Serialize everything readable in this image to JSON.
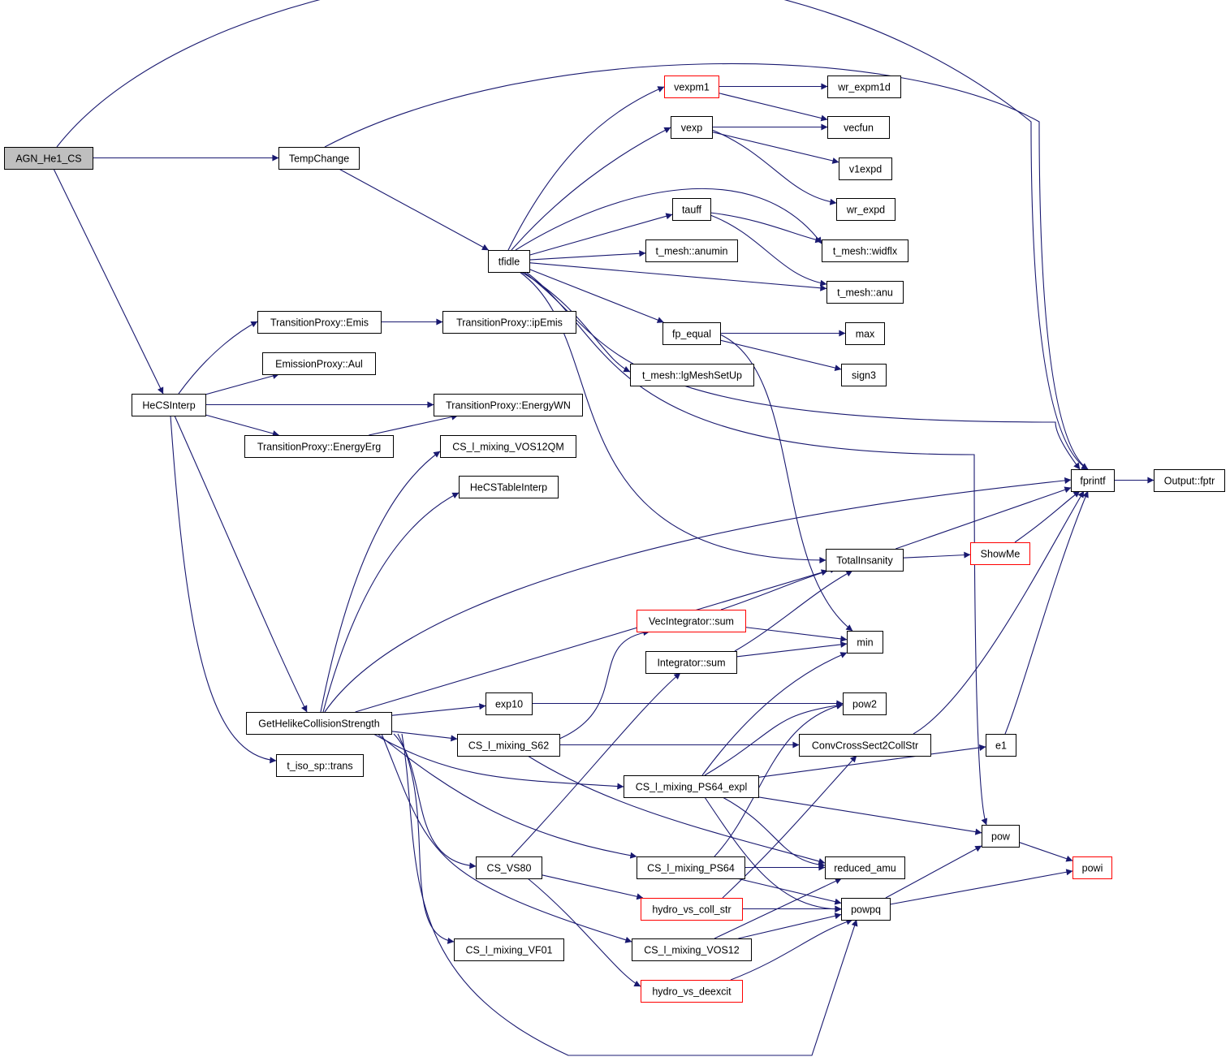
{
  "colors": {
    "edge": "#191970",
    "node_border": "#000000",
    "node_border_truncated": "#ff0000",
    "root_fill": "#bfbfbf",
    "node_fill": "#ffffff",
    "text": "#000000"
  },
  "nodes": {
    "agn": {
      "label": "AGN_He1_CS",
      "kind": "root"
    },
    "tempchange": {
      "label": "TempChange",
      "kind": "normal"
    },
    "hecsinterp": {
      "label": "HeCSInterp",
      "kind": "normal"
    },
    "fprintf": {
      "label": "fprintf",
      "kind": "normal"
    },
    "tfidle": {
      "label": "tfidle",
      "kind": "normal"
    },
    "vexpm1": {
      "label": "vexpm1",
      "kind": "truncated"
    },
    "wr_expm1d": {
      "label": "wr_expm1d",
      "kind": "normal"
    },
    "vecfun": {
      "label": "vecfun",
      "kind": "normal"
    },
    "vexp": {
      "label": "vexp",
      "kind": "normal"
    },
    "v1expd": {
      "label": "v1expd",
      "kind": "normal"
    },
    "wr_expd": {
      "label": "wr_expd",
      "kind": "normal"
    },
    "tauff": {
      "label": "tauff",
      "kind": "normal"
    },
    "widflx": {
      "label": "t_mesh::widflx",
      "kind": "normal"
    },
    "anumin": {
      "label": "t_mesh::anumin",
      "kind": "normal"
    },
    "anu": {
      "label": "t_mesh::anu",
      "kind": "normal"
    },
    "fp_equal": {
      "label": "fp_equal",
      "kind": "normal"
    },
    "max": {
      "label": "max",
      "kind": "normal"
    },
    "sign3": {
      "label": "sign3",
      "kind": "normal"
    },
    "lgmesh": {
      "label": "t_mesh::lgMeshSetUp",
      "kind": "normal"
    },
    "tp_emis": {
      "label": "TransitionProxy::Emis",
      "kind": "normal"
    },
    "tp_ipemis": {
      "label": "TransitionProxy::ipEmis",
      "kind": "normal"
    },
    "ep_aul": {
      "label": "EmissionProxy::Aul",
      "kind": "normal"
    },
    "tp_energywn": {
      "label": "TransitionProxy::EnergyWN",
      "kind": "normal"
    },
    "tp_energyerg": {
      "label": "TransitionProxy::EnergyErg",
      "kind": "normal"
    },
    "cs_vos12qm": {
      "label": "CS_l_mixing_VOS12QM",
      "kind": "normal"
    },
    "hecstable": {
      "label": "HeCSTableInterp",
      "kind": "normal"
    },
    "output_fptr": {
      "label": "Output::fptr",
      "kind": "normal"
    },
    "totalinsanity": {
      "label": "TotalInsanity",
      "kind": "normal"
    },
    "showme": {
      "label": "ShowMe",
      "kind": "truncated"
    },
    "vecint_sum": {
      "label": "VecIntegrator::sum",
      "kind": "truncated"
    },
    "integ_sum": {
      "label": "Integrator::sum",
      "kind": "normal"
    },
    "min": {
      "label": "min",
      "kind": "normal"
    },
    "gethelike": {
      "label": "GetHelikeCollisionStrength",
      "kind": "normal"
    },
    "exp10": {
      "label": "exp10",
      "kind": "normal"
    },
    "pow2": {
      "label": "pow2",
      "kind": "normal"
    },
    "cs_s62": {
      "label": "CS_l_mixing_S62",
      "kind": "normal"
    },
    "convcross": {
      "label": "ConvCrossSect2CollStr",
      "kind": "normal"
    },
    "e1": {
      "label": "e1",
      "kind": "normal"
    },
    "tiso_trans": {
      "label": "t_iso_sp::trans",
      "kind": "normal"
    },
    "cs_ps64_expl": {
      "label": "CS_l_mixing_PS64_expl",
      "kind": "normal"
    },
    "pow": {
      "label": "pow",
      "kind": "normal"
    },
    "reduced_amu": {
      "label": "reduced_amu",
      "kind": "normal"
    },
    "powi": {
      "label": "powi",
      "kind": "truncated"
    },
    "cs_vs80": {
      "label": "CS_VS80",
      "kind": "normal"
    },
    "cs_ps64": {
      "label": "CS_l_mixing_PS64",
      "kind": "normal"
    },
    "hydro_coll": {
      "label": "hydro_vs_coll_str",
      "kind": "truncated"
    },
    "powpq": {
      "label": "powpq",
      "kind": "normal"
    },
    "cs_vf01": {
      "label": "CS_l_mixing_VF01",
      "kind": "normal"
    },
    "cs_vos12": {
      "label": "CS_l_mixing_VOS12",
      "kind": "normal"
    },
    "hydro_deexcit": {
      "label": "hydro_vs_deexcit",
      "kind": "truncated"
    }
  },
  "edges": [
    [
      "agn",
      "fprintf"
    ],
    [
      "agn",
      "tempchange"
    ],
    [
      "agn",
      "hecsinterp"
    ],
    [
      "tempchange",
      "fprintf"
    ],
    [
      "tempchange",
      "tfidle"
    ],
    [
      "tfidle",
      "vexpm1"
    ],
    [
      "tfidle",
      "vexp"
    ],
    [
      "tfidle",
      "widflx"
    ],
    [
      "tfidle",
      "tauff"
    ],
    [
      "tfidle",
      "anumin"
    ],
    [
      "tfidle",
      "anu"
    ],
    [
      "tfidle",
      "fp_equal"
    ],
    [
      "tfidle",
      "lgmesh"
    ],
    [
      "tfidle",
      "fprintf"
    ],
    [
      "tfidle",
      "totalinsanity"
    ],
    [
      "tfidle",
      "pow"
    ],
    [
      "vexpm1",
      "wr_expm1d"
    ],
    [
      "vexpm1",
      "vecfun"
    ],
    [
      "vexp",
      "vecfun"
    ],
    [
      "vexp",
      "v1expd"
    ],
    [
      "vexp",
      "wr_expd"
    ],
    [
      "tauff",
      "widflx"
    ],
    [
      "tauff",
      "anu"
    ],
    [
      "fp_equal",
      "max"
    ],
    [
      "fp_equal",
      "sign3"
    ],
    [
      "fp_equal",
      "min"
    ],
    [
      "hecsinterp",
      "tp_emis"
    ],
    [
      "hecsinterp",
      "ep_aul"
    ],
    [
      "hecsinterp",
      "tp_energywn"
    ],
    [
      "hecsinterp",
      "tp_energyerg"
    ],
    [
      "hecsinterp",
      "gethelike"
    ],
    [
      "hecsinterp",
      "tiso_trans"
    ],
    [
      "tp_emis",
      "tp_ipemis"
    ],
    [
      "tp_energyerg",
      "tp_energywn"
    ],
    [
      "fprintf",
      "output_fptr"
    ],
    [
      "totalinsanity",
      "fprintf"
    ],
    [
      "totalinsanity",
      "showme"
    ],
    [
      "showme",
      "fprintf"
    ],
    [
      "gethelike",
      "cs_vos12qm"
    ],
    [
      "gethelike",
      "hecstable"
    ],
    [
      "gethelike",
      "fprintf"
    ],
    [
      "gethelike",
      "totalinsanity"
    ],
    [
      "gethelike",
      "exp10"
    ],
    [
      "gethelike",
      "cs_s62"
    ],
    [
      "gethelike",
      "cs_ps64_expl"
    ],
    [
      "gethelike",
      "cs_vs80"
    ],
    [
      "gethelike",
      "cs_ps64"
    ],
    [
      "gethelike",
      "cs_vf01"
    ],
    [
      "gethelike",
      "cs_vos12"
    ],
    [
      "gethelike",
      "powpq"
    ],
    [
      "vecint_sum",
      "totalinsanity"
    ],
    [
      "vecint_sum",
      "min"
    ],
    [
      "integ_sum",
      "totalinsanity"
    ],
    [
      "integ_sum",
      "min"
    ],
    [
      "exp10",
      "pow2"
    ],
    [
      "cs_s62",
      "vecint_sum"
    ],
    [
      "cs_s62",
      "convcross"
    ],
    [
      "cs_s62",
      "reduced_amu"
    ],
    [
      "convcross",
      "fprintf"
    ],
    [
      "e1",
      "fprintf"
    ],
    [
      "cs_ps64_expl",
      "min"
    ],
    [
      "cs_ps64_expl",
      "pow2"
    ],
    [
      "cs_ps64_expl",
      "e1"
    ],
    [
      "cs_ps64_expl",
      "pow"
    ],
    [
      "cs_ps64_expl",
      "reduced_amu"
    ],
    [
      "cs_ps64_expl",
      "powpq"
    ],
    [
      "cs_vs80",
      "integ_sum"
    ],
    [
      "cs_vs80",
      "hydro_coll"
    ],
    [
      "cs_vs80",
      "hydro_deexcit"
    ],
    [
      "cs_ps64",
      "pow2"
    ],
    [
      "cs_ps64",
      "reduced_amu"
    ],
    [
      "cs_ps64",
      "powpq"
    ],
    [
      "hydro_coll",
      "convcross"
    ],
    [
      "hydro_coll",
      "powpq"
    ],
    [
      "cs_vos12",
      "reduced_amu"
    ],
    [
      "cs_vos12",
      "powpq"
    ],
    [
      "hydro_deexcit",
      "powpq"
    ],
    [
      "pow",
      "powi"
    ],
    [
      "powpq",
      "pow"
    ],
    [
      "powpq",
      "powi"
    ]
  ]
}
